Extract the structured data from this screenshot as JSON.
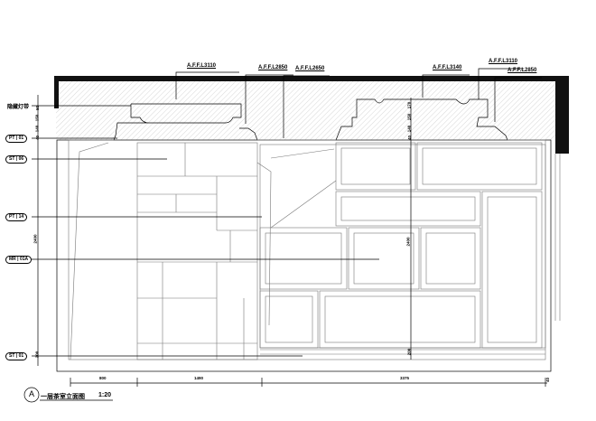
{
  "elevation_marks": [
    "A.F.F.L3110",
    "A.F.F.L2850",
    "A.F.F.L2650",
    "A.F.F.L3140",
    "A.F.F.L3110",
    "A.F.F.L2850"
  ],
  "material_tags": [
    {
      "label": "隐藏灯带"
    },
    {
      "code": "PT",
      "num": "01"
    },
    {
      "code": "ST",
      "num": "06"
    },
    {
      "code": "PT",
      "num": "14"
    },
    {
      "code": "MR",
      "num": "01A"
    },
    {
      "code": "ST",
      "num": "01"
    }
  ],
  "left_dims": [
    "50",
    "150",
    "140",
    "40",
    "2400",
    "200"
  ],
  "center_dims": [
    "170",
    "150",
    "140",
    "40",
    "2400",
    "200"
  ],
  "bottom_dims": [
    "800",
    "1490",
    "3375",
    "40"
  ],
  "title": {
    "mark": "A",
    "name": "一层茶室立面图",
    "scale": "1:20"
  }
}
